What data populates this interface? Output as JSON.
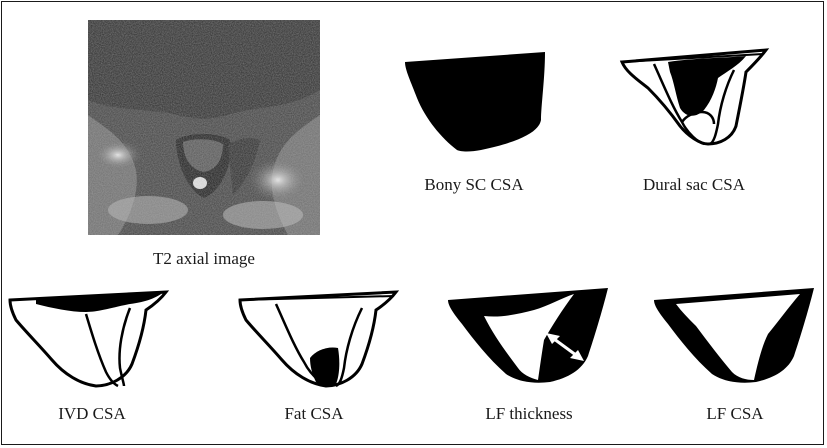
{
  "figure": {
    "panels": [
      {
        "id": "t2",
        "caption": "T2 axial image"
      },
      {
        "id": "bony",
        "caption": "Bony SC CSA"
      },
      {
        "id": "dural",
        "caption": "Dural sac CSA"
      },
      {
        "id": "ivd",
        "caption": "IVD CSA"
      },
      {
        "id": "fat",
        "caption": "Fat CSA"
      },
      {
        "id": "lft",
        "caption": "LF thickness"
      },
      {
        "id": "lfcsa",
        "caption": "LF CSA"
      }
    ]
  },
  "colors": {
    "ink": "#000000",
    "frame": "#1a1a1a",
    "arrow": "#ffffff",
    "background": "#ffffff"
  }
}
